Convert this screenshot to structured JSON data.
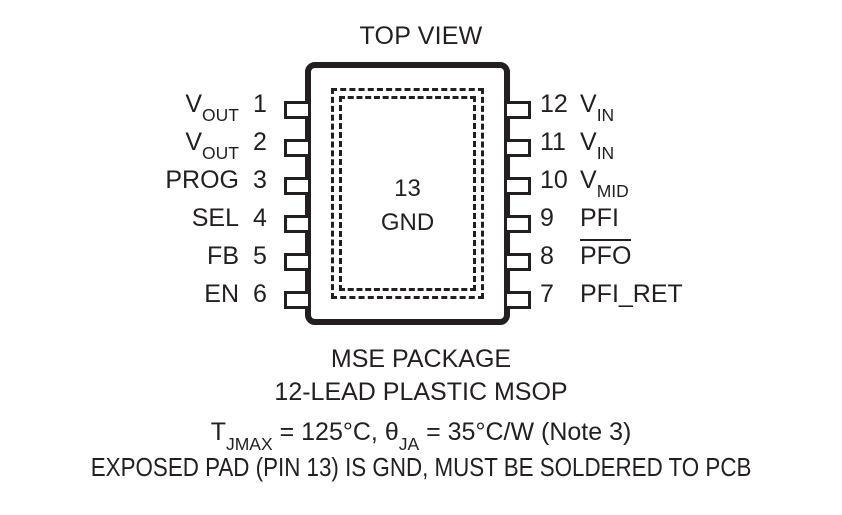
{
  "title": "TOP VIEW",
  "package": {
    "exposed_pad": {
      "pin_number": "13",
      "pin_name": "GND"
    },
    "left_pins": [
      {
        "number": "1",
        "name": "VOUT",
        "base": "V",
        "sub": "OUT",
        "overline": false
      },
      {
        "number": "2",
        "name": "VOUT",
        "base": "V",
        "sub": "OUT",
        "overline": false
      },
      {
        "number": "3",
        "name": "PROG",
        "base": "PROG",
        "sub": "",
        "overline": false
      },
      {
        "number": "4",
        "name": "SEL",
        "base": "SEL",
        "sub": "",
        "overline": false
      },
      {
        "number": "5",
        "name": "FB",
        "base": "FB",
        "sub": "",
        "overline": false
      },
      {
        "number": "6",
        "name": "EN",
        "base": "EN",
        "sub": "",
        "overline": false
      }
    ],
    "right_pins": [
      {
        "number": "12",
        "name": "VIN",
        "base": "V",
        "sub": "IN",
        "overline": false
      },
      {
        "number": "11",
        "name": "VIN",
        "base": "V",
        "sub": "IN",
        "overline": false
      },
      {
        "number": "10",
        "name": "VMID",
        "base": "V",
        "sub": "MID",
        "overline": false
      },
      {
        "number": "9",
        "name": "PFI",
        "base": "PFI",
        "sub": "",
        "overline": false
      },
      {
        "number": "8",
        "name": "PFO",
        "base": "PFO",
        "sub": "",
        "overline": true
      },
      {
        "number": "7",
        "name": "PFI_RET",
        "base": "PFI_RET",
        "sub": "",
        "overline": false
      }
    ]
  },
  "captions": {
    "package_name": "MSE PACKAGE",
    "package_type": "12-LEAD PLASTIC MSOP",
    "thermal": "TJMAX = 125°C, θJA = 35°C/W (Note 3)",
    "thermal_parts": {
      "tj_base": "T",
      "tj_sub": "JMAX",
      "tj_value": " = 125°C, ",
      "theta_base": "θ",
      "theta_sub": "JA",
      "theta_value": " = 35°C/W (Note 3)"
    },
    "exposed_pad_note": "EXPOSED PAD (PIN 13) IS GND, MUST BE SOLDERED TO PCB"
  },
  "colors": {
    "ink": "#231f20",
    "background": "#ffffff"
  }
}
